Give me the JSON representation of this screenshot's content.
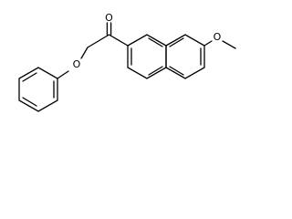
{
  "molecule": {
    "atoms": {
      "carbonyl_oxygen": "O",
      "ether_oxygen_left": "O",
      "ether_oxygen_right": "O"
    }
  }
}
